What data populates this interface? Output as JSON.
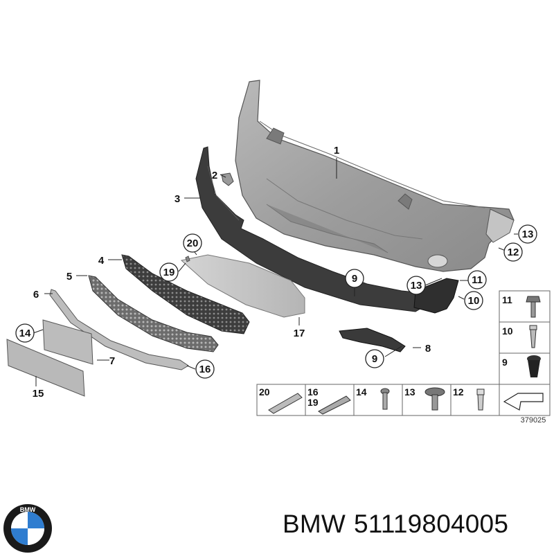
{
  "callouts": {
    "c1": "1",
    "c2": "2",
    "c3": "3",
    "c4": "4",
    "c5": "5",
    "c6": "6",
    "c7": "7",
    "c8": "8",
    "c9a": "9",
    "c9b": "9",
    "c10": "10",
    "c11": "11",
    "c12": "12",
    "c13a": "13",
    "c13b": "13",
    "c14": "14",
    "c15": "15",
    "c16": "16",
    "c17": "17",
    "c19": "19",
    "c20": "20"
  },
  "legend": {
    "right": [
      "11",
      "10",
      "9"
    ],
    "bottom": [
      "20",
      "16",
      "19",
      "14",
      "13",
      "12"
    ]
  },
  "diagram_ref": "379025",
  "caption": {
    "brand": "BMW",
    "part_number": "51119804005"
  },
  "logo": {
    "letters": "BMW",
    "colors": {
      "blue": "#2f7dd0",
      "white": "#ffffff",
      "ring": "#1a1a1a"
    }
  }
}
